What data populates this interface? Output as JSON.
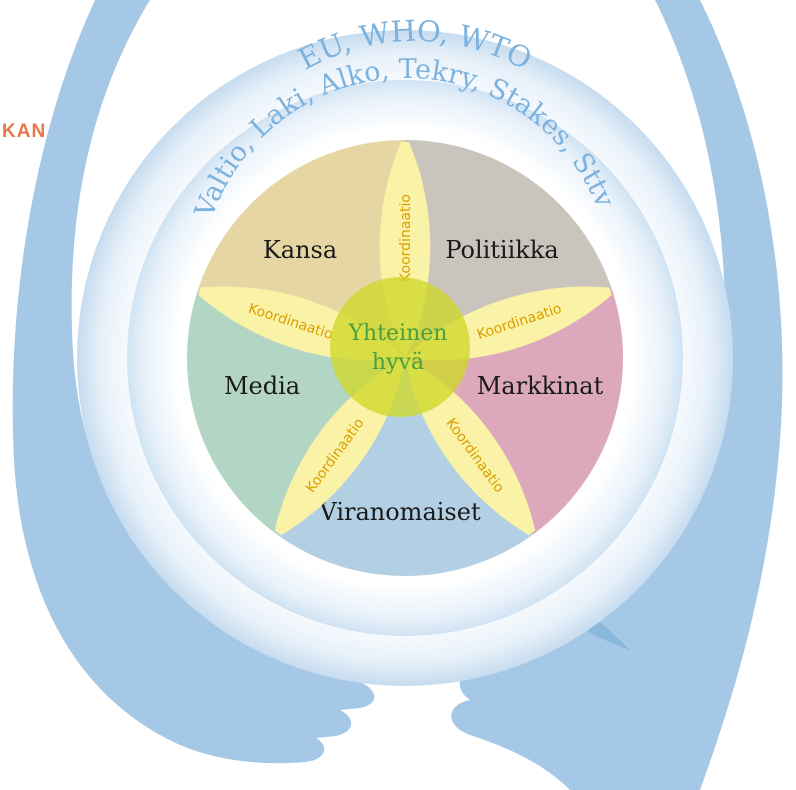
{
  "logo_fragment": "KAN",
  "outer_ring_text": "EU, WHO, WTO",
  "inner_ring_text": "Valtio, Laki, Alko, Tekry, Stakes, Sttv",
  "sectors": [
    {
      "id": "kansa",
      "label": "Kansa",
      "color": "#e6d6a4"
    },
    {
      "id": "politiikka",
      "label": "Politiikka",
      "color": "#c9c4bc"
    },
    {
      "id": "markkinat",
      "label": "Markkinat",
      "color": "#dba8bc"
    },
    {
      "id": "viranomaiset",
      "label": "Viranomaiset",
      "color": "#b3cfe3"
    },
    {
      "id": "media",
      "label": "Media",
      "color": "#b2d6c3"
    }
  ],
  "petal_label": "Koordinaatio",
  "center_label_line1": "Yhteinen",
  "center_label_line2": "hyvä",
  "colors": {
    "arm": "#a4c8e6",
    "arm_shadow": "#8ab8dc",
    "ring_text": "#7db2de",
    "petal": "#faf2a6",
    "petal_text": "#d9a000",
    "center": "#cfd929",
    "center_text": "#4a9e3e",
    "sector_text": "#1a1a1a",
    "logo": "#e8784a"
  }
}
